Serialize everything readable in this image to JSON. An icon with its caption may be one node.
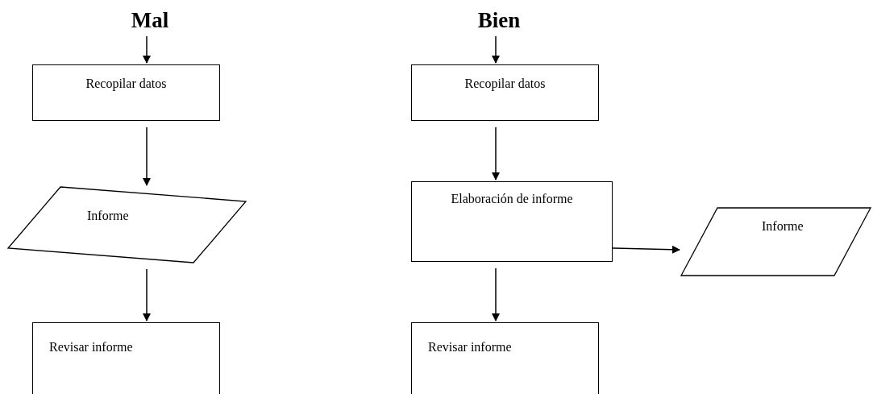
{
  "diagram": {
    "nodes": [
      {
        "text": [
          "Recopilar datos"
        ]
      },
      {
        "text": [
          "Informe"
        ]
      },
      {
        "text": [
          "Revisar informe"
        ]
      },
      {
        "text": [
          "Recopilar datos"
        ]
      },
      {
        "text": [
          "Elaboración de informe"
        ]
      },
      {
        "text": [
          "Informe"
        ]
      },
      {
        "text": [
          "Revisar informe"
        ]
      }
    ],
    "edges": [
      {
        "from": null,
        "to": 0,
        "arrow": "to"
      },
      {
        "from": 0,
        "to": 1,
        "arrow": "to"
      },
      {
        "from": 1,
        "to": 2,
        "arrow": "to"
      },
      {
        "from": null,
        "to": 3,
        "arrow": "to"
      },
      {
        "from": 3,
        "to": 4,
        "arrow": "to"
      },
      {
        "from": 4,
        "to": 6,
        "arrow": "to"
      },
      {
        "from": 4,
        "to": 5,
        "arrow": "to"
      }
    ],
    "labels": [
      "Mal",
      "Bien"
    ]
  }
}
